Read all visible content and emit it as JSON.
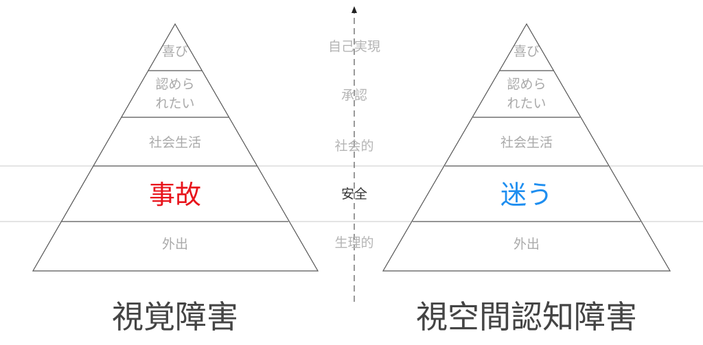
{
  "axis_levels": [
    "自己実現",
    "承認",
    "社会的",
    "安全",
    "生理的"
  ],
  "axis_focus_level": "安全",
  "pyramids": [
    {
      "caption": "視覚障害",
      "layers": {
        "top": "喜び",
        "second_line1": "認めら",
        "second_line2": "れたい",
        "third": "社会生活",
        "fourth": "事故",
        "base": "外出"
      },
      "highlight_color": "#e8141c"
    },
    {
      "caption": "視空間認知障害",
      "layers": {
        "top": "喜び",
        "second_line1": "認めら",
        "second_line2": "れたい",
        "third": "社会生活",
        "fourth": "迷う",
        "base": "外出"
      },
      "highlight_color": "#1e8ef0"
    }
  ]
}
